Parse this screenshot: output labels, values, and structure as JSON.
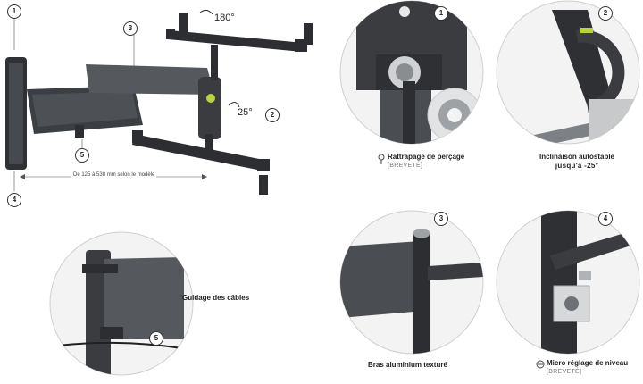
{
  "main_diagram": {
    "markers": [
      "1",
      "2",
      "3",
      "4",
      "5"
    ],
    "rotation_label": "180°",
    "tilt_label": "25°",
    "range_text": "De 125 à 538 mm selon le modèle"
  },
  "details": [
    {
      "number": "1",
      "title": "Rattrapage de perçage",
      "subtitle": "[BREVETÉ]"
    },
    {
      "number": "2",
      "title": "Inclinaison autostable",
      "subtitle": "jusqu'à -25°"
    },
    {
      "number": "3",
      "title": "Bras aluminium texturé",
      "subtitle": ""
    },
    {
      "number": "4",
      "title": "Micro réglage de niveau",
      "subtitle": "[BREVETÉ]"
    },
    {
      "number": "5",
      "title": "Guidage des câbles",
      "subtitle": ""
    }
  ],
  "colors": {
    "metal_dark": "#3a3c3f",
    "metal_mid": "#5a5d61",
    "accent_green": "#b7d43a",
    "circle_border": "#cfcfcf"
  }
}
